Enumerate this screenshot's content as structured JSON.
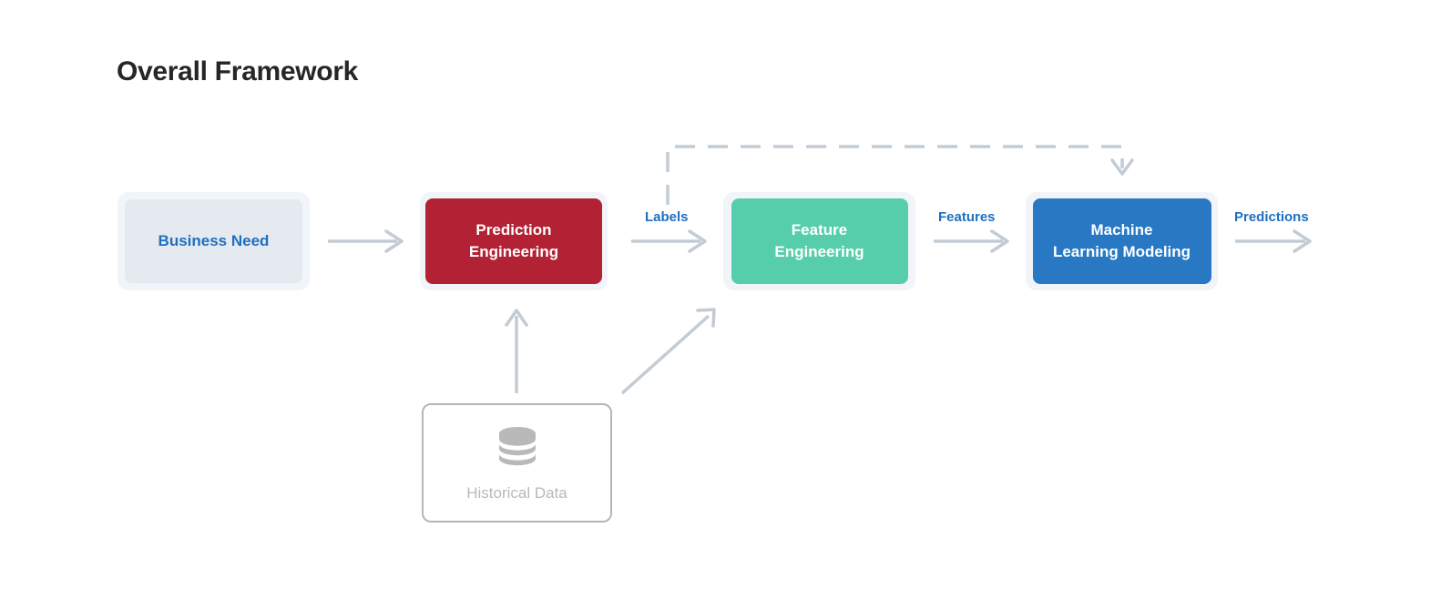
{
  "page": {
    "title": "Overall Framework",
    "background": "#ffffff"
  },
  "colors": {
    "accent_blue": "#1f6fc0",
    "box_wrapper": "#f1f5f9",
    "business_need_fill": "#e4eaef",
    "prediction_fill": "#b22234",
    "feature_fill": "#57ceab",
    "model_fill": "#2878c4",
    "connector_gray": "#c3cbd4",
    "card_border_gray": "#b6b6b6",
    "muted_text": "#b9b9b9"
  },
  "stages": [
    {
      "id": "business-need",
      "label": "Business Need",
      "line1": "Business Need",
      "line2": ""
    },
    {
      "id": "prediction-engineering",
      "label": "Prediction Engineering",
      "line1": "Prediction",
      "line2": "Engineering"
    },
    {
      "id": "feature-engineering",
      "label": "Feature Engineering",
      "line1": "Feature",
      "line2": "Engineering"
    },
    {
      "id": "machine-learning",
      "label": "Machine Learning Modeling",
      "line1": "Machine",
      "line2": "Learning Modeling"
    }
  ],
  "edge_labels": {
    "labels": "Labels",
    "features": "Features",
    "predictions": "Predictions"
  },
  "data_source": {
    "icon": "database-icon",
    "label": "Historical Data"
  }
}
